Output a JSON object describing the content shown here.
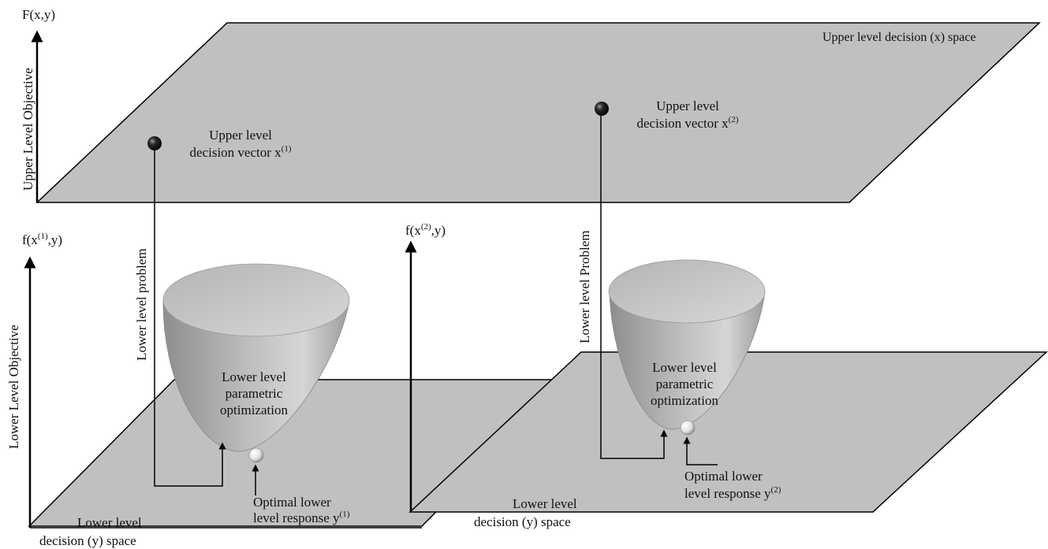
{
  "colors": {
    "plane_fill": "#c0c0c0",
    "plane_stroke": "#000000",
    "bowl_body": "#b9b9b9",
    "bowl_rim": "#c4c4c4",
    "point_dark": "#1a1a1a",
    "point_light": "#f2f2f2"
  },
  "upper_level": {
    "axis_top": "F(x,y)",
    "axis_label": "Upper Level Objective",
    "space_label": "Upper level decision (x) space",
    "vector_1": {
      "line1": "Upper level",
      "line2": "decision vector x",
      "sup": "(1)"
    },
    "vector_2": {
      "line1": "Upper level",
      "line2": "decision vector x",
      "sup": "(2)"
    }
  },
  "lower_left": {
    "axis_top_pre": "f(x",
    "axis_top_sup": "(1)",
    "axis_top_post": ",y)",
    "axis_label": "Lower Level Objective",
    "problem_label": "Lower level problem",
    "bowl_text": [
      "Lower level",
      "parametric",
      "optimization"
    ],
    "response_line1": "Optimal lower",
    "response_line2": "level response y",
    "response_sup": "(1)",
    "space_line1": "Lower level",
    "space_line2": "decision (y) space"
  },
  "lower_right": {
    "axis_top_pre": "f(x",
    "axis_top_sup": "(2)",
    "axis_top_post": ",y)",
    "problem_label": "Lower level Problem",
    "bowl_text": [
      "Lower level",
      "parametric",
      "optimization"
    ],
    "response_line1": "Optimal lower",
    "response_line2": "level response y",
    "response_sup": "(2)",
    "space_line1": "Lower level",
    "space_line2": "decision (y) space"
  }
}
